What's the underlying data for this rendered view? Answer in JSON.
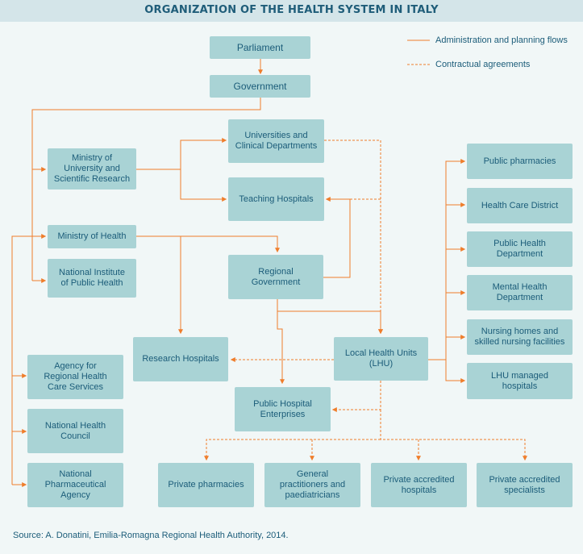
{
  "title": "ORGANIZATION OF THE HEALTH SYSTEM IN ITALY",
  "legend": {
    "admin": "Administration and planning flows",
    "contract": "Contractual agreements"
  },
  "colors": {
    "accent": "#ef7d2b",
    "box": "#a9d3d5",
    "text": "#1b5c79",
    "background": "#f1f7f7",
    "header": "#d4e5e9"
  },
  "nodes": {
    "parliament": "Parliament",
    "government": "Government",
    "universities": "Universities and\nClinical Departments",
    "ministry_university": "Ministry of\nUniversity and\nScientific Research",
    "teaching_hospitals": "Teaching Hospitals",
    "ministry_health": "Ministry of Health",
    "national_institute": "National Institute\nof Public Health",
    "regional_government": "Regional\nGovernment",
    "research_hospitals": "Research Hospitals",
    "lhu": "Local Health Units\n(LHU)",
    "agency_regional": "Agency for\nRegional Health\nCare Services",
    "public_hospital_enterprises": "Public Hospital\nEnterprises",
    "national_health_council": "National Health\nCouncil",
    "national_pharmaceutical_agency": "National\nPharmaceutical\nAgency",
    "private_pharmacies": "Private pharmacies",
    "general_practitioners": "General\npractitioners and\npaediatricians",
    "private_hospitals": "Private accredited\nhospitals",
    "private_specialists": "Private accredited\nspecialists",
    "public_pharmacies": "Public pharmacies",
    "health_care_district": "Health Care District",
    "public_health_department": "Public Health\nDepartment",
    "mental_health_department": "Mental Health\nDepartment",
    "nursing_homes": "Nursing homes and\nskilled nursing facilities",
    "lhu_managed_hospitals": "LHU managed\nhospitals"
  },
  "source": "Source: A. Donatini, Emilia-Romagna Regional Health Authority, 2014."
}
